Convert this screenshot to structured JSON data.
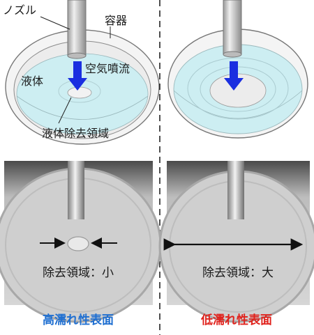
{
  "labels": {
    "nozzle": "ノズル",
    "container": "容器",
    "air_jet": "空気噴流",
    "liquid": "液体",
    "removal_region": "液体除去領域"
  },
  "photo_left": {
    "caption": "除去領域：小"
  },
  "photo_right": {
    "caption": "除去領域：大"
  },
  "footer": {
    "left": "高濡れ性表面",
    "right": "低濡れ性表面"
  },
  "colors": {
    "liquid": "#cdeef2",
    "air_arrow": "#1a2fe0",
    "high_wettability_text": "#1f6fd1",
    "low_wettability_text": "#e0221c"
  }
}
